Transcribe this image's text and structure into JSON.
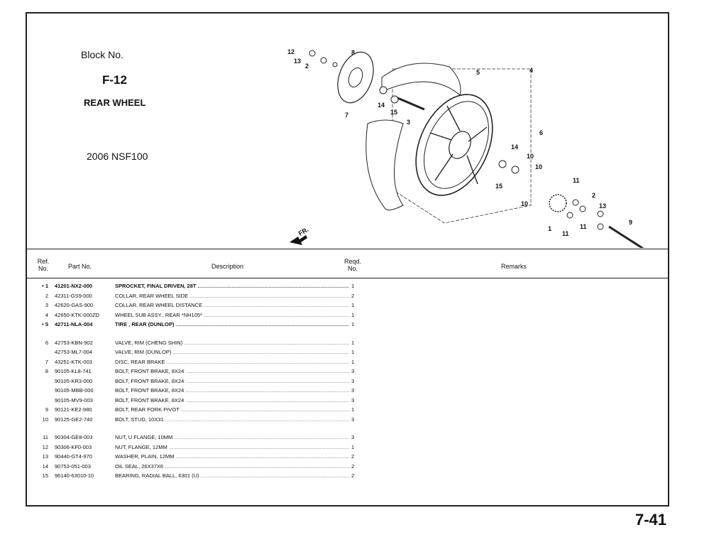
{
  "header": {
    "block_label": "Block No.",
    "block_code": "F-12",
    "block_name": "REAR WHEEL",
    "model": "2006 NSF100"
  },
  "diagram": {
    "fr_label": "FR.",
    "callouts": [
      "12",
      "8",
      "13",
      "2",
      "5",
      "4",
      "7",
      "14",
      "15",
      "3",
      "6",
      "14",
      "10",
      "10",
      "15",
      "10",
      "11",
      "2",
      "13",
      "9",
      "11",
      "1",
      "11"
    ]
  },
  "table": {
    "headers": {
      "ref": "Ref.\nNo.",
      "part": "Part No.",
      "desc": "Description",
      "qty": "Reqd.\nNo.",
      "remarks": "Remarks"
    },
    "rows": [
      {
        "mark": "•",
        "ref": "1",
        "part": "41201-NX2-000",
        "desc": "SPROCKET, FINAL DRIVEN, 28T",
        "qty": "1",
        "bold": true
      },
      {
        "mark": "",
        "ref": "2",
        "part": "42311-GS9-000",
        "desc": "COLLAR, REAR WHEEL SIDE",
        "qty": "2"
      },
      {
        "mark": "",
        "ref": "3",
        "part": "42620-GAS-900",
        "desc": "COLLAR, REAR WHEEL DISTANCE",
        "qty": "1"
      },
      {
        "mark": "",
        "ref": "4",
        "part": "42650-KTK-000ZD",
        "desc": "WHEEL SUB ASSY., REAR *NH105*",
        "qty": "1"
      },
      {
        "mark": "•",
        "ref": "5",
        "part": "42711-NLA-004",
        "desc": "TIRE , REAR (DUNLOP)",
        "qty": "1",
        "bold": true
      },
      {
        "gap": true
      },
      {
        "mark": "",
        "ref": "6",
        "part": "42753-KBN-902",
        "desc": "VALVE, RIM (CHENG SHIN)",
        "qty": "1"
      },
      {
        "mark": "",
        "ref": "",
        "part": "42753-ML7-004",
        "desc": "VALVE, RIM (DUNLOP)",
        "qty": "1"
      },
      {
        "mark": "",
        "ref": "7",
        "part": "43251-KTK-003",
        "desc": "DISC, REAR BRAKE",
        "qty": "1"
      },
      {
        "mark": "",
        "ref": "8",
        "part": "90105-KL8-741",
        "desc": "BOLT, FRONT BRAKE, 8X24",
        "qty": "3"
      },
      {
        "mark": "",
        "ref": "",
        "part": "90105-KR3-000",
        "desc": "BOLT, FRONT BRAKE, 8X24",
        "qty": "3"
      },
      {
        "mark": "",
        "ref": "",
        "part": "90105-MBB-000",
        "desc": "BOLT, FRONT BRAKE, 8X24",
        "qty": "3"
      },
      {
        "mark": "",
        "ref": "",
        "part": "90105-MV9-003",
        "desc": "BOLT, FRONT BRAKE, 8X24",
        "qty": "3"
      },
      {
        "mark": "",
        "ref": "9",
        "part": "90121-KE2-980",
        "desc": "BOLT, REAR FORK PIVOT",
        "qty": "1"
      },
      {
        "mark": "",
        "ref": "10",
        "part": "90125-GE2-740",
        "desc": "BOLT, STUD, 10X31",
        "qty": "3"
      },
      {
        "gap": true
      },
      {
        "mark": "",
        "ref": "11",
        "part": "90304-GE8-003",
        "desc": "NUT, U FLANGE, 10MM",
        "qty": "3"
      },
      {
        "mark": "",
        "ref": "12",
        "part": "90306-KF0-003",
        "desc": "NUT, FLANGE, 12MM",
        "qty": "1"
      },
      {
        "mark": "",
        "ref": "13",
        "part": "90440-GT4-970",
        "desc": "WASHER, PLAIN, 12MM",
        "qty": "2"
      },
      {
        "mark": "",
        "ref": "14",
        "part": "90753-051-003",
        "desc": "OIL SEAL, 26X37X6",
        "qty": "2"
      },
      {
        "mark": "",
        "ref": "15",
        "part": "96140-63010-10",
        "desc": "BEARING, RADIAL BALL, 6301 (U)",
        "qty": "2"
      }
    ]
  },
  "page_number": "7-41"
}
